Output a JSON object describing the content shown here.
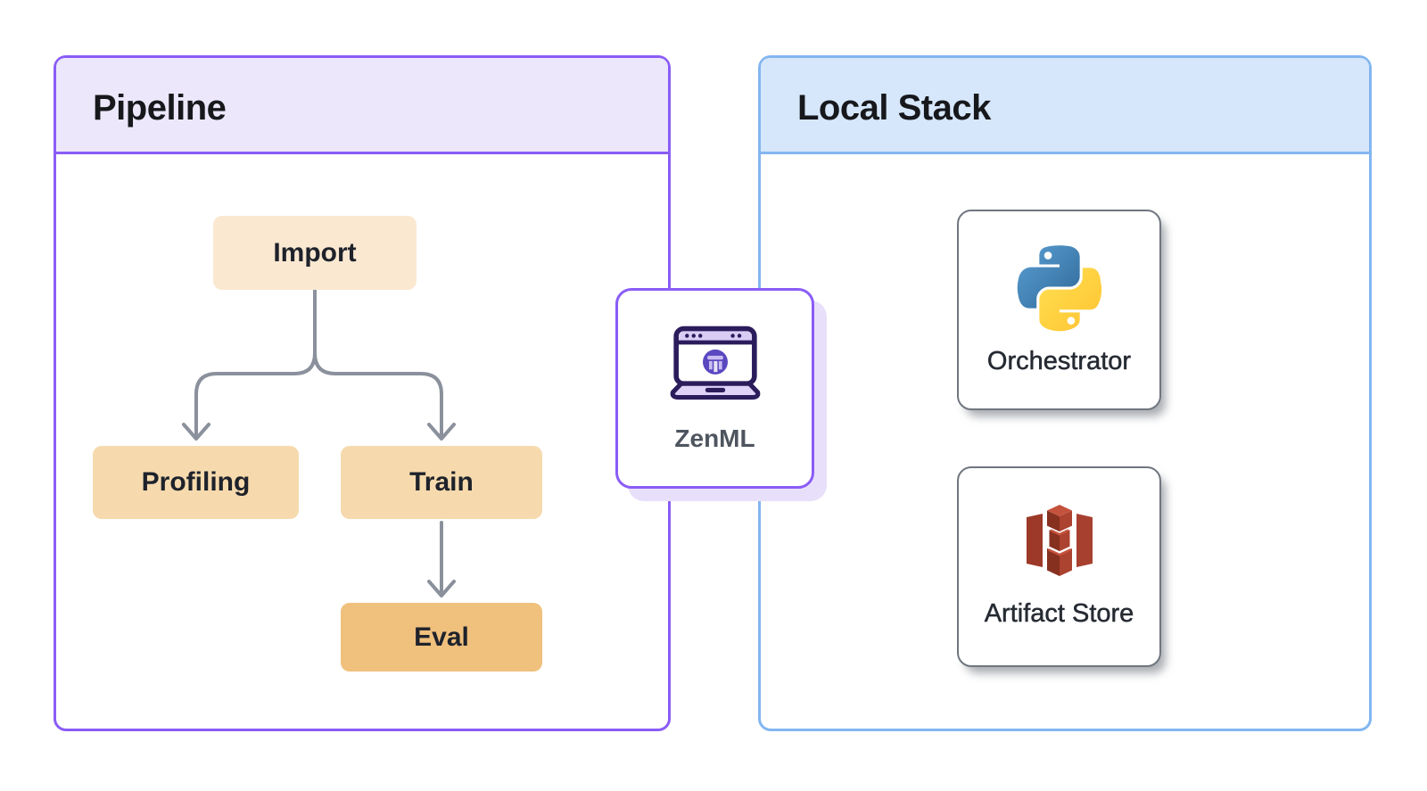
{
  "diagram": {
    "pipeline": {
      "title": "Pipeline",
      "steps": [
        {
          "label": "Import"
        },
        {
          "label": "Profiling"
        },
        {
          "label": "Train"
        },
        {
          "label": "Eval"
        }
      ],
      "connections": [
        "Import → Profiling",
        "Import → Train",
        "Train → Eval"
      ]
    },
    "connector": {
      "label": "ZenML",
      "icon": "zenml-laptop"
    },
    "local_stack": {
      "title": "Local Stack",
      "components": [
        {
          "label": "Orchestrator",
          "icon": "python-logo"
        },
        {
          "label": "Artifact Store",
          "icon": "aws-s3-bucket"
        }
      ]
    },
    "colors": {
      "pipeline_border": "#8A5CF6",
      "pipeline_header_bg": "#ECE7FB",
      "local_stack_border": "#83B6F0",
      "local_stack_header_bg": "#D6E7FB",
      "step_import_bg": "#FAE8D1",
      "step_mid_bg": "#F6DAAD",
      "step_eval_bg": "#F0C07D",
      "arrow": "#8A919C"
    }
  }
}
